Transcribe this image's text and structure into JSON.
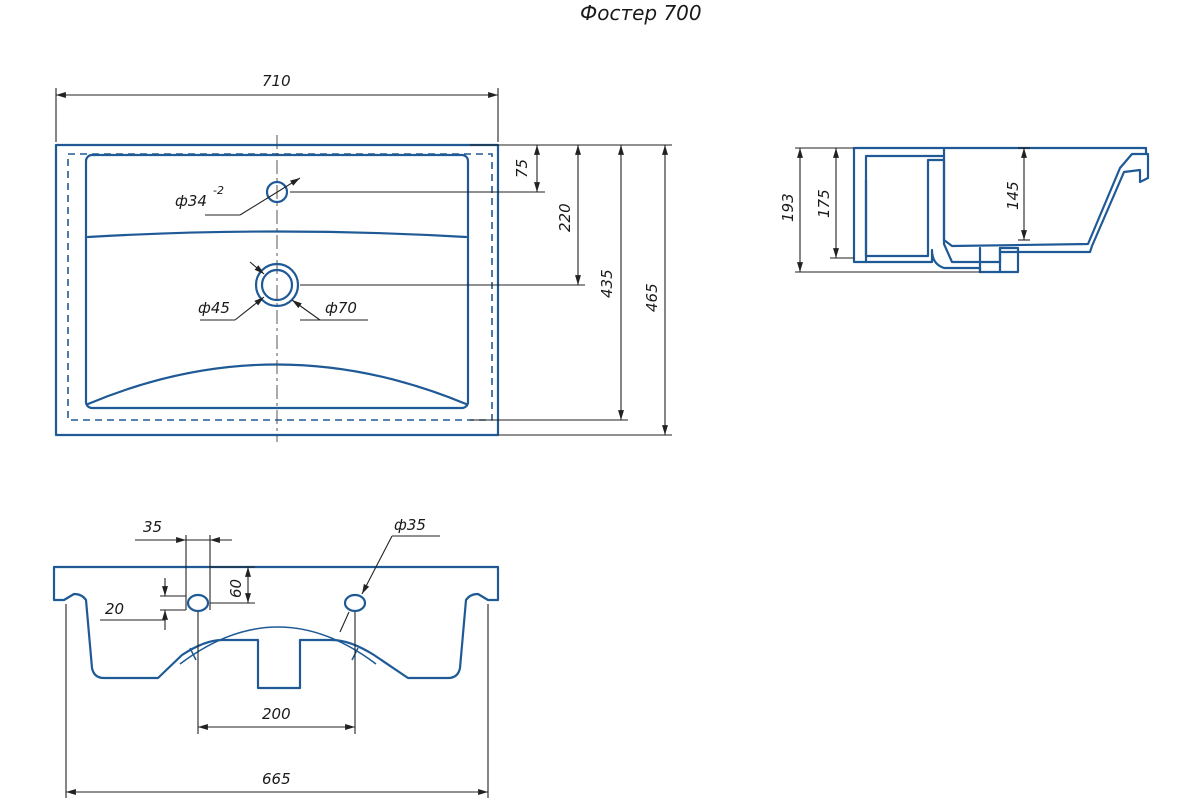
{
  "title": "Фостер 700",
  "top_view": {
    "width_label": "710",
    "dim_75": "75",
    "dim_220": "220",
    "dim_435": "435",
    "dim_465": "465",
    "tap_hole_diameter": "ф34",
    "tap_hole_tolerance": "-2",
    "drain_inner_diameter": "ф45",
    "drain_outer_diameter": "ф70"
  },
  "side_view": {
    "dim_193": "193",
    "dim_175": "175",
    "dim_145": "145"
  },
  "front_view": {
    "dim_35": "35",
    "dim_60": "60",
    "dim_20": "20",
    "hole_diameter": "ф35",
    "dim_200": "200",
    "dim_665": "665"
  }
}
